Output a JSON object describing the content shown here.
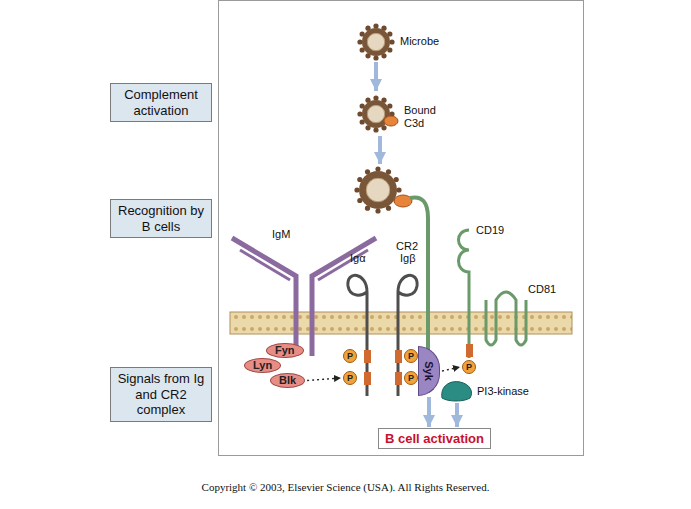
{
  "diagram": {
    "nodes": [
      {
        "text": [
          "Complement activation"
        ]
      },
      {
        "text": [
          "Recognition by B cells"
        ]
      },
      {
        "text": [
          "Signals from Ig and CR2 complex"
        ]
      },
      {
        "text": [
          "Fyn"
        ]
      },
      {
        "text": [
          "Lyn"
        ]
      },
      {
        "text": [
          "Blk"
        ]
      },
      {
        "text": [
          "P"
        ]
      },
      {
        "text": [
          "P"
        ]
      },
      {
        "text": [
          "P"
        ]
      },
      {
        "text": [
          "P"
        ]
      },
      {
        "text": [
          "Syk"
        ]
      },
      {
        "text": [
          "P"
        ]
      },
      {
        "text": [
          "PI3-kinase"
        ]
      },
      {
        "text": [
          "B cell activation"
        ]
      }
    ],
    "edges": [
      {
        "from": 5,
        "to": 7,
        "arrow": "to"
      },
      {
        "from": 10,
        "to": 11,
        "arrow": "to"
      },
      {
        "from": 10,
        "to": 13,
        "arrow": "to"
      },
      {
        "from": 12,
        "to": 13,
        "arrow": "to"
      }
    ],
    "labels": [
      "Microbe",
      "Bound C3d",
      "IgM",
      "CR2",
      "CD19",
      "Igα",
      "Igβ",
      "CD81",
      "Copyright © 2003, Elsevier Science (USA). All Rights Reserved."
    ]
  }
}
